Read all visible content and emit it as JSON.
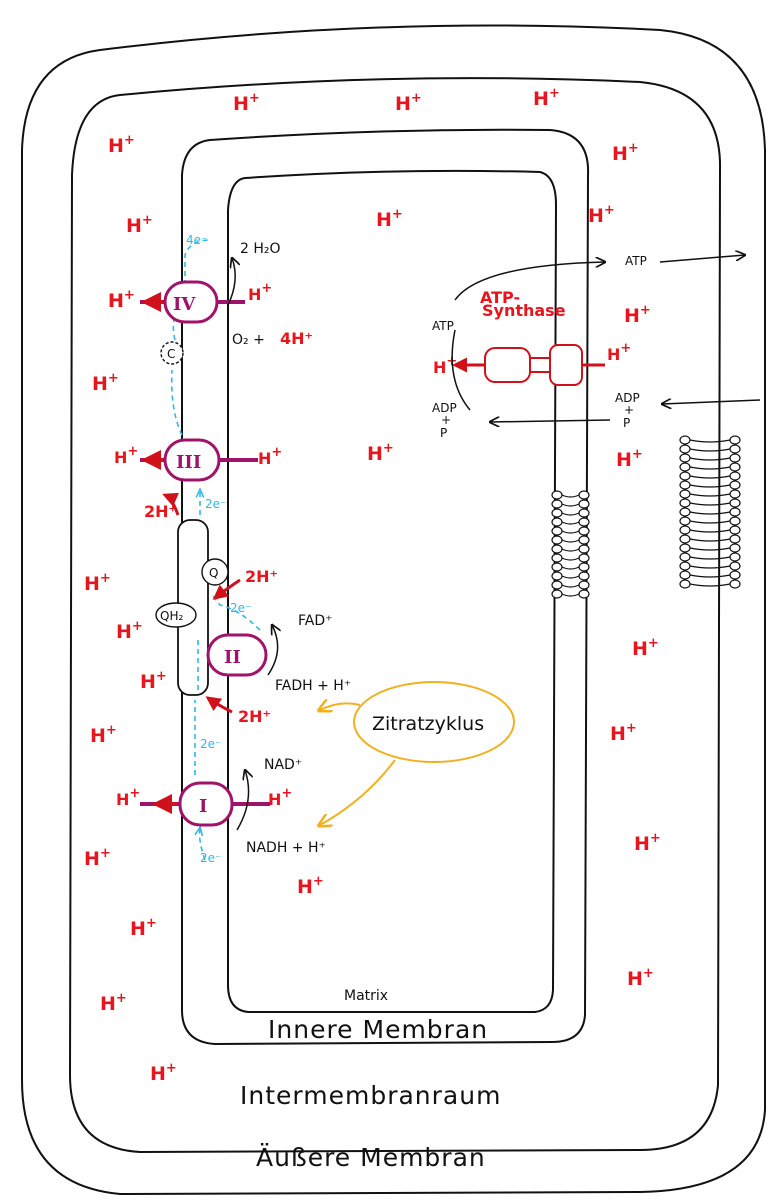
{
  "labels": {
    "outer_membrane": "Äußere Membran",
    "intermembrane_space": "Intermembranraum",
    "inner_membrane": "Innere Membran",
    "matrix": "Matrix"
  },
  "proton": "H",
  "plus": "+",
  "complexes": {
    "c1": "I",
    "c2": "II",
    "c3": "III",
    "c4": "IV"
  },
  "carriers": {
    "q": "Q",
    "qh2": "QH₂",
    "c": "C"
  },
  "reactions": {
    "water": "2 H₂O",
    "oxygen": "O₂ +",
    "oxygen_protons": "4H⁺",
    "fad": "FAD⁺",
    "fadh": "FADH + H⁺",
    "nad": "NAD⁺",
    "nadh": "NADH + H⁺",
    "two_h_1": "2H⁺",
    "two_h_2": "2H⁺",
    "two_h_3": "2H⁺",
    "two_h_4": "2H⁺"
  },
  "electrons": {
    "e4": "4e⁻",
    "e2_a": "2e⁻",
    "e2_b": "2e⁻",
    "e2_c": "2e⁻",
    "e2_d": "2e⁻"
  },
  "cycle": "Zitratzyklus",
  "synthase": {
    "line1": "ATP-",
    "line2": "Synthase",
    "atp_inner": "ATP",
    "atp_outer": "ATP",
    "adp_inner": "ADP",
    "adp_outer": "ADP",
    "plus": "+",
    "p": "P"
  },
  "colors": {
    "membrane": "#111111",
    "proton": "#e8141e",
    "complex": "#a0136a",
    "electron": "#30b8e8",
    "cycle": "#f0b020"
  }
}
